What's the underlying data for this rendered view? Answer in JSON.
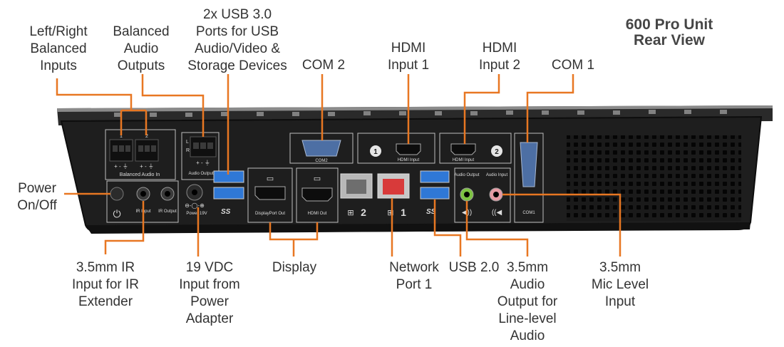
{
  "title": {
    "line1": "600 Pro Unit",
    "line2": "Rear View"
  },
  "colors": {
    "callout": "#e87722",
    "chassis": "#1f1f1f",
    "usb": "#2f78d6",
    "db9": "#4d6fa4"
  },
  "callouts": {
    "balanced_inputs": [
      "Left/Right",
      "Balanced",
      "Inputs"
    ],
    "balanced_outputs": [
      "Balanced",
      "Audio",
      "Outputs"
    ],
    "usb3": [
      "2x USB 3.0",
      "Ports for USB",
      "Audio/Video &",
      "Storage Devices"
    ],
    "com2": [
      "COM 2"
    ],
    "hdmi1": [
      "HDMI",
      "Input 1"
    ],
    "hdmi2": [
      "HDMI",
      "Input 2"
    ],
    "com1": [
      "COM 1"
    ],
    "power": [
      "Power",
      "On/Off"
    ],
    "ir": [
      "3.5mm IR",
      "Input for IR",
      "Extender"
    ],
    "dc": [
      "19 VDC",
      "Input from",
      "Power",
      "Adapter"
    ],
    "display": [
      "Display"
    ],
    "network": [
      "Network",
      "Port 1"
    ],
    "usb2": [
      "USB 2.0"
    ],
    "audio_out": [
      "3.5mm",
      "Audio",
      "Output for",
      "Line-level",
      "Audio"
    ],
    "mic": [
      "3.5mm",
      "Mic Level",
      "Input"
    ]
  },
  "panel_text": {
    "balanced_audio_in": "Balanced Audio In",
    "ch1": "1",
    "ch2": "2",
    "polarity": "+ - ⏚",
    "l": "L",
    "r": "R",
    "audio_output": "Audio Output",
    "com2": "COM2",
    "hdmi_input": "HDMI Input",
    "num1": "1",
    "num2": "2",
    "ir_input": "IR Input",
    "ir_output": "IR Output",
    "power_19v": "Power 19V",
    "ss_usb": "SS",
    "displayport_out": "DisplayPort Out",
    "hdmi_out": "HDMI Out",
    "net2": "2",
    "net1": "1",
    "audio_output_small": "Audio Output",
    "audio_input_small": "Audio Input",
    "com1": "COM1"
  }
}
